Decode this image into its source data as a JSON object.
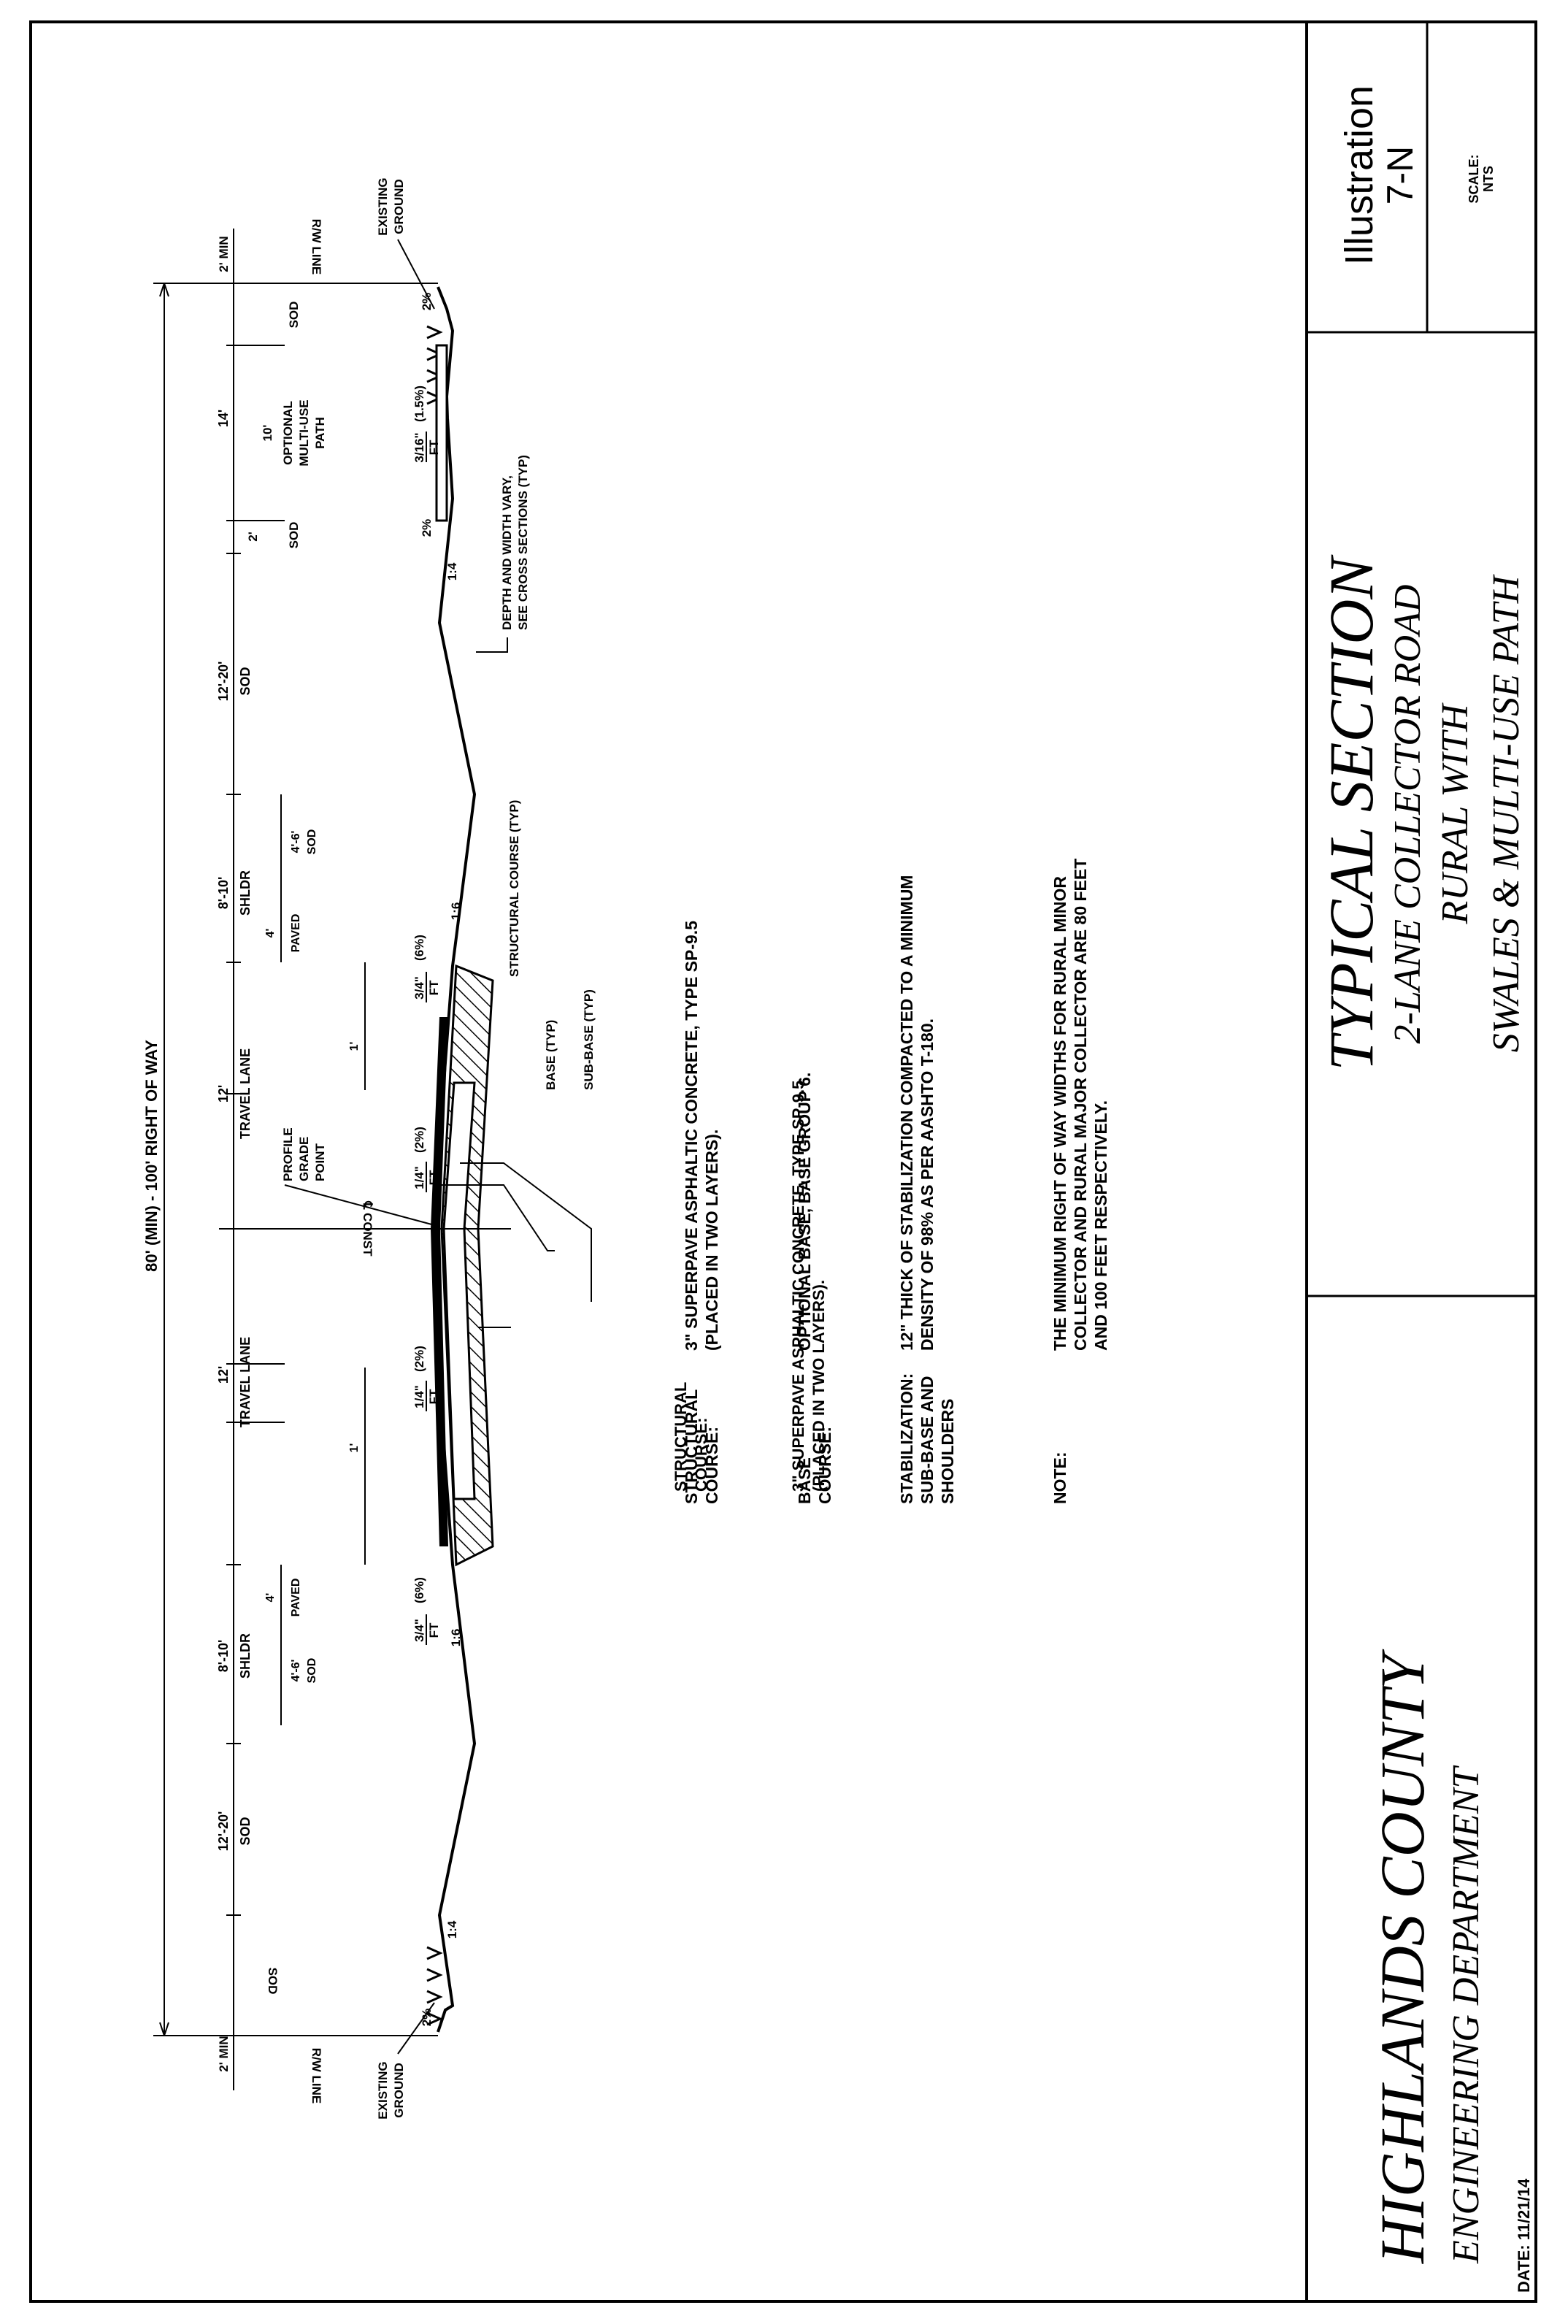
{
  "right_of_way": "80' (MIN) - 100' RIGHT OF WAY",
  "existing_ground": [
    "EXISTING",
    "GROUND"
  ],
  "two_min": "2' MIN",
  "rw_line": "R/W LINE",
  "sod": "SOD",
  "swale_width": "12'-20'",
  "path_total": "14'",
  "path_width": "10'",
  "path_strip": "2'",
  "path_label": [
    "OPTIONAL",
    "MULTI-USE",
    "PATH"
  ],
  "shldr_width": "8'-10'",
  "shldr": "SHLDR",
  "sod_width": "4'-6'",
  "paved_width": "4'",
  "paved": "PAVED",
  "lane_width": "12'",
  "travel_lane": "TRAVEL LANE",
  "one_ft": "1'",
  "profile_grade": [
    "PROFILE",
    "GRADE",
    "POINT"
  ],
  "const": "℄ CONST",
  "slopes": {
    "pct2": "2%",
    "s14": "1:4",
    "s16": "1:6",
    "path_num": "3/16\"",
    "path_pct": "(1.5%)",
    "lane_num": "1/4\"",
    "lane_pct": "(2%)",
    "shldr_num": "3/4\"",
    "shldr_pct": "(6%)",
    "ft": "FT"
  },
  "callouts": {
    "depth": [
      "DEPTH AND WIDTH VARY,",
      "SEE CROSS SECTIONS (TYP)"
    ],
    "structural": "STRUCTURAL COURSE (TYP)",
    "base": "BASE (TYP)",
    "subbase": "SUB-BASE (TYP)"
  },
  "notes": [
    {
      "label": [
        "STRUCTURAL",
        "COURSE:"
      ],
      "text": [
        "3\" SUPERPAVE ASPHALTIC CONCRETE, TYPE SP-9.5",
        "(PLACED IN TWO LAYERS)."
      ]
    },
    {
      "label": [
        "BASE",
        "COURSE:"
      ],
      "text": [
        "OPTIONAL BASE, BASE GROUP 6."
      ]
    },
    {
      "label": [
        "STABILIZATION:",
        "SUB-BASE AND",
        "SHOULDERS"
      ],
      "text": [
        "12\" THICK OF STABILIZATION COMPACTED TO A MINIMUM",
        "DENSITY OF 98% AS PER AASHTO T-180."
      ]
    },
    {
      "label": [
        "NOTE:"
      ],
      "text": [
        "THE MINIMUM RIGHT OF WAY WIDTHS FOR RURAL MINOR",
        "COLLECTOR AND RURAL MAJOR COLLECTOR ARE 80 FEET",
        "AND 100 FEET RESPECTIVELY."
      ]
    }
  ],
  "title_block": {
    "county": "HIGHLANDS COUNTY",
    "department": "ENGINEERING DEPARTMENT",
    "title": "TYPICAL SECTION",
    "subtitle1": "2-LANE COLLECTOR ROAD",
    "subtitle2": "RURAL WITH",
    "subtitle3": "SWALES & MULTI-USE PATH",
    "illustration": "Illustration",
    "illustration_no": "7-N",
    "scale_label": "SCALE:",
    "scale_value": "NTS",
    "date": "DATE: 11/21/14"
  }
}
